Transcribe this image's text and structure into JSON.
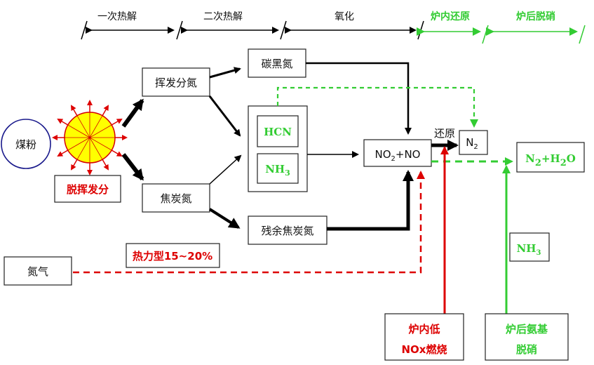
{
  "phases": {
    "primary_pyrolysis": "一次热解",
    "secondary_pyrolysis": "二次热解",
    "oxidation": "氧化",
    "in_furnace_reduction": "炉内还原",
    "post_furnace_denitration": "炉后脱硝"
  },
  "nodes": {
    "coal_powder": "煤粉",
    "devolatilization": "脱挥发分",
    "volatile_nitrogen": "挥发分氮",
    "char_nitrogen": "焦炭氮",
    "soot_nitrogen": "碳黑氮",
    "hcn": "HCN",
    "nh3_inner": "NH",
    "nh3_inner_sub": "3",
    "residual_char_nitrogen": "残余焦炭氮",
    "no2_no": {
      "a": "NO",
      "sub": "2",
      "b": "+NO"
    },
    "reduction_label": "还原",
    "n2": {
      "a": "N",
      "sub": "2"
    },
    "n2_h2o": {
      "a": "N",
      "sub1": "2",
      "b": "+H",
      "sub2": "2",
      "c": "O"
    },
    "nitrogen_gas": "氮气",
    "thermal_type": "热力型15~20%",
    "nh3_right": {
      "a": "NH",
      "sub": "3"
    },
    "low_nox_line1": "炉内低",
    "low_nox_line2": "NOx燃烧",
    "ammonia_denitration_line1": "炉后氨基",
    "ammonia_denitration_line2": "脱硝"
  },
  "colors": {
    "black": "#000000",
    "green": "#33cc33",
    "red": "#dd0000",
    "sun_fill": "#ffff00",
    "sun_stroke": "#d40000",
    "coal_circle": "#1a1a8c"
  }
}
